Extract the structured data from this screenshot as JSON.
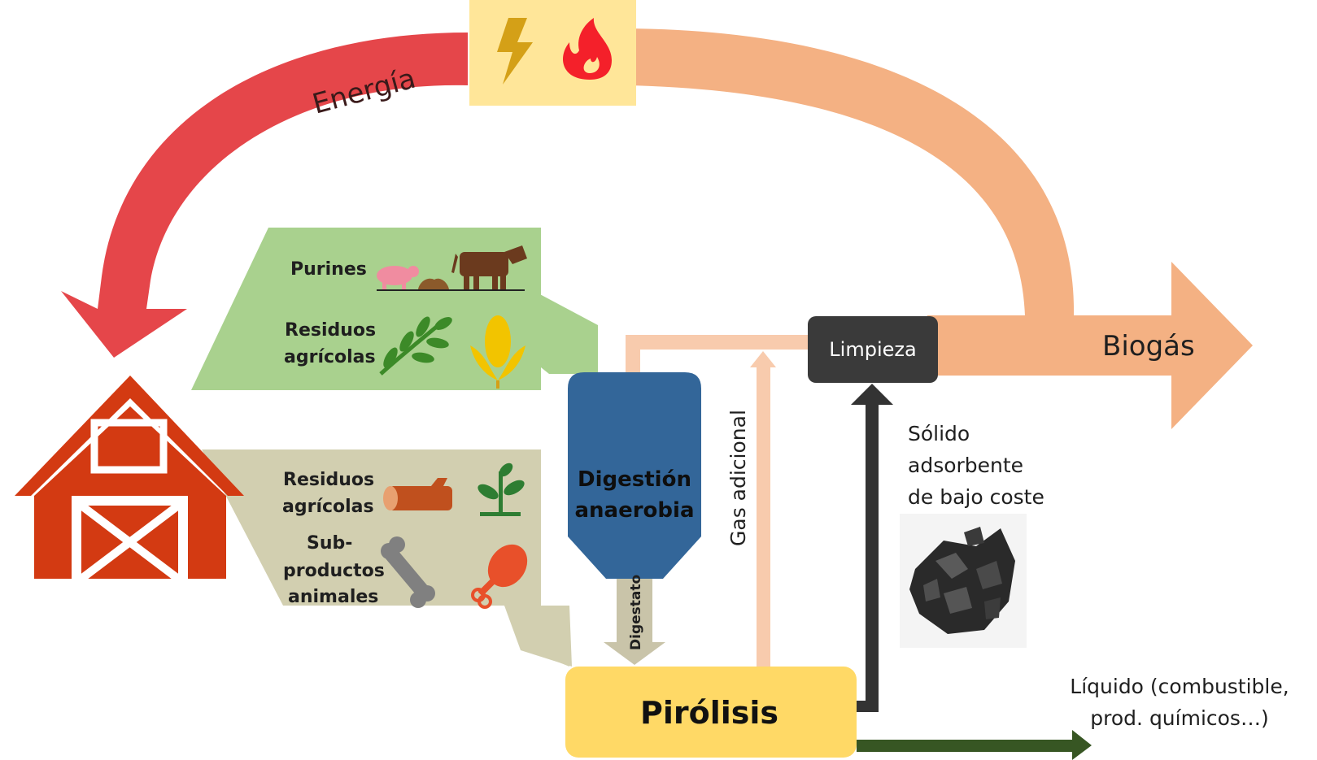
{
  "energy": {
    "label": "Energía"
  },
  "biogas": {
    "label": "Biogás"
  },
  "animal_feed": {
    "purines": "Purines",
    "residuos_agricolas_line1": "Residuos",
    "residuos_agricolas_line2": "agrícolas"
  },
  "biomass_feed": {
    "residuos_line1": "Residuos",
    "residuos_line2": "agrícolas",
    "sub_line1": "Sub-",
    "sub_line2": "productos",
    "sub_line3": "animales"
  },
  "digestion": {
    "line1": "Digestión",
    "line2": "anaerobia"
  },
  "digestato": {
    "label": "Digestato"
  },
  "pirolisis": {
    "label": "Pirólisis"
  },
  "gas_adicional": {
    "label": "Gas adicional"
  },
  "limpieza": {
    "label": "Limpieza"
  },
  "solido": {
    "line1": "Sólido",
    "line2": "adsorbente",
    "line3": "de bajo coste"
  },
  "liquido": {
    "line1": "Líquido (combustible,",
    "line2": "prod. químicos…)"
  },
  "colors": {
    "energy_red": "#e5464a",
    "biogas_orange": "#f4b183",
    "gas_light": "#f8cbad",
    "feed_green": "#a9d18e",
    "feed_khaki": "#d2cfb0",
    "digester_blue": "#336699",
    "pyrolysis_yellow": "#ffd966",
    "cleaning_dark": "#3a3a3a",
    "liquid_green": "#375623",
    "barn_red": "#d33a12"
  }
}
